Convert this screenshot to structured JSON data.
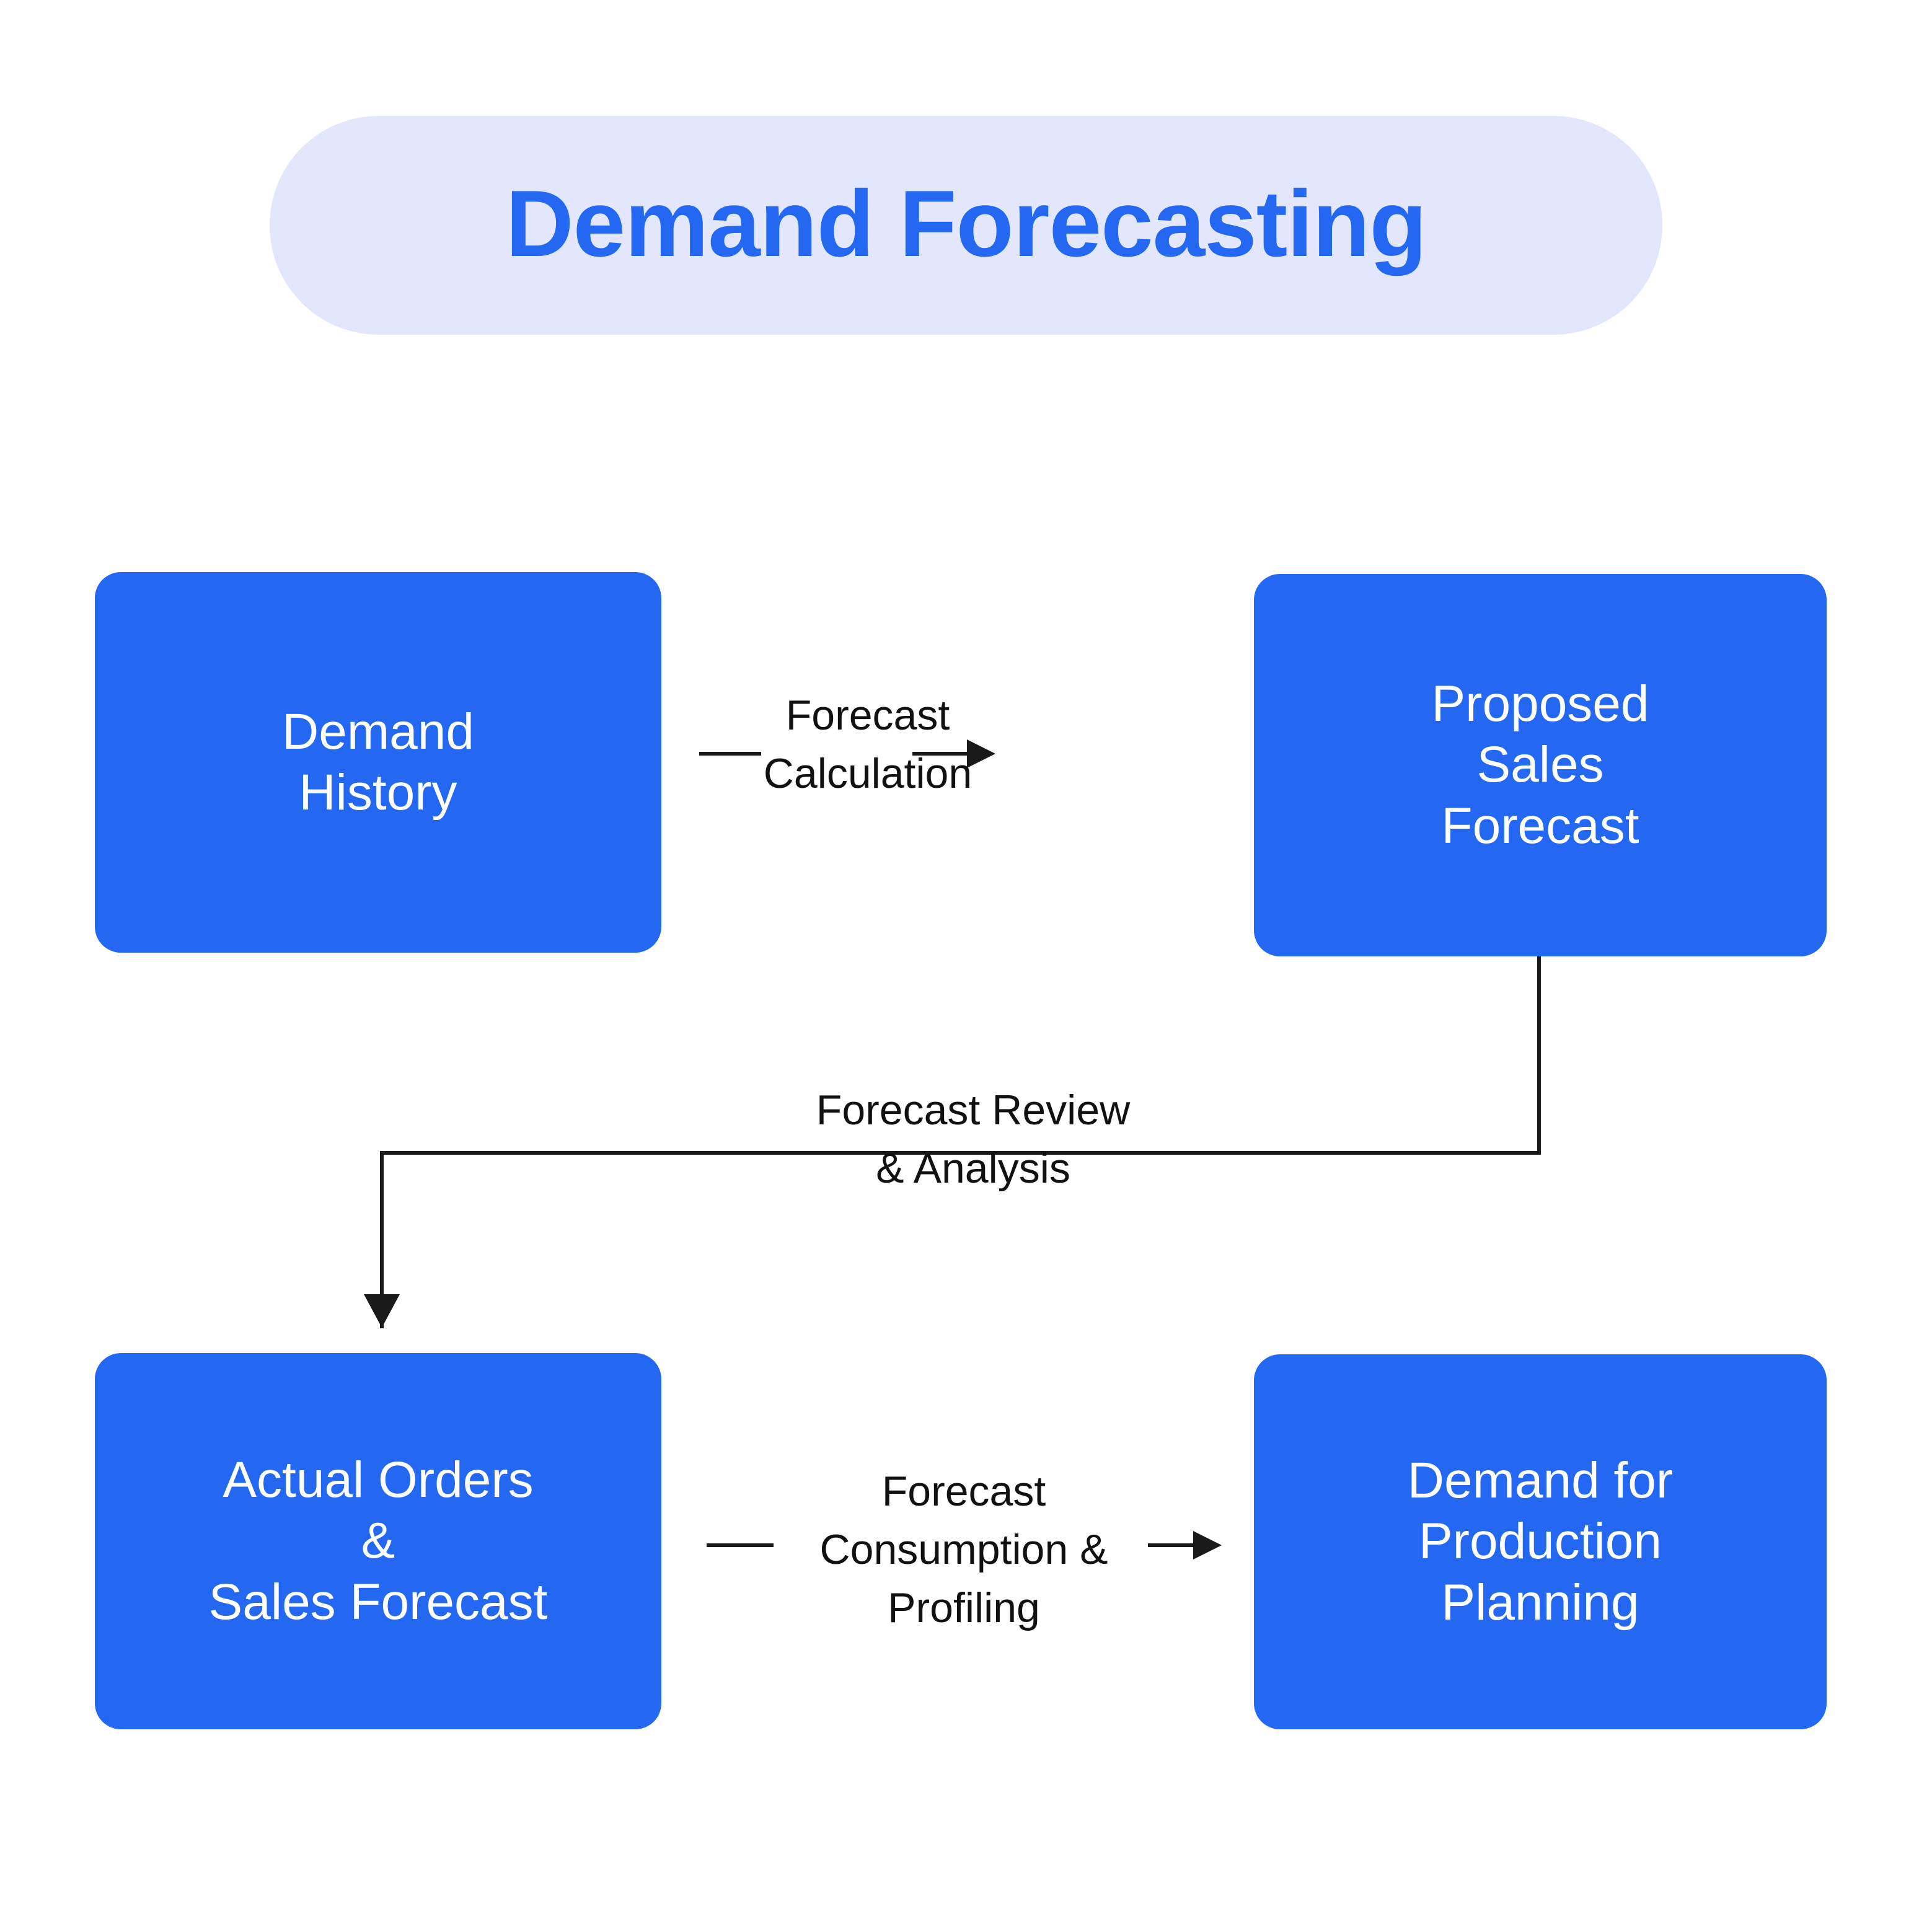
{
  "diagram": {
    "title": "Demand Forecasting",
    "title_background_color": "#E2E7FD",
    "title_text_color": "#2468F2",
    "node_fill_color": "#2468F2",
    "node_text_color": "#FFFFFF",
    "connector_color": "#1A1A1A",
    "background_color": "#FFFFFF",
    "nodes": [
      {
        "id": "demand-history",
        "label": "Demand\nHistory"
      },
      {
        "id": "proposed-sales",
        "label": "Proposed\nSales\nForecast"
      },
      {
        "id": "actual-orders",
        "label": "Actual Orders\n&\nSales Forecast"
      },
      {
        "id": "production-plan",
        "label": "Demand for\nProduction\nPlanning"
      }
    ],
    "edges": [
      {
        "id": "forecast-calculation",
        "from": "demand-history",
        "to": "proposed-sales",
        "label": "Forecast\nCalculation"
      },
      {
        "id": "forecast-review",
        "from": "proposed-sales",
        "to": "actual-orders",
        "label": "Forecast Review\n& Analysis"
      },
      {
        "id": "forecast-consumption",
        "from": "actual-orders",
        "to": "production-plan",
        "label": "Forecast\nConsumption &\nProfiling"
      }
    ]
  }
}
